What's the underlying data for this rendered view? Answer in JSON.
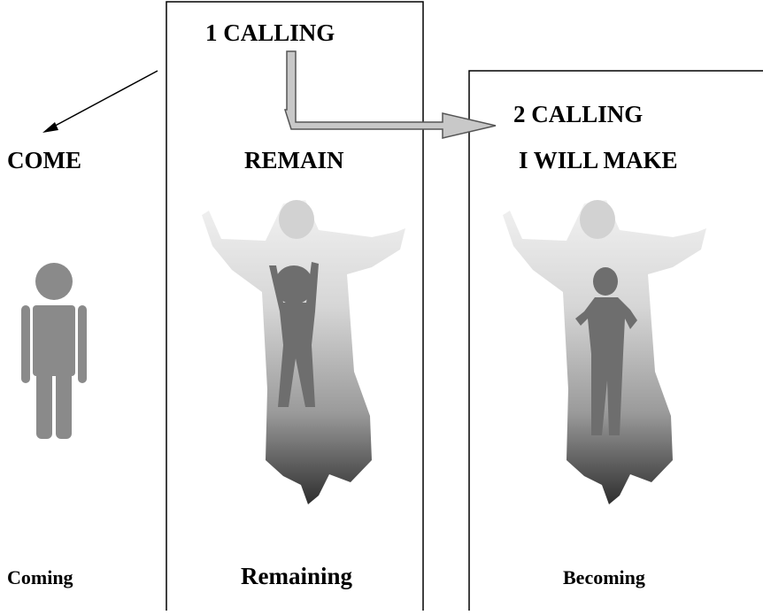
{
  "labels": {
    "calling1": "1 CALLING",
    "calling2": "2 CALLING",
    "come": "COME",
    "remain": "REMAIN",
    "will_make": "I WILL MAKE",
    "coming": "Coming",
    "remaining": "Remaining",
    "becoming": "Becoming"
  },
  "colors": {
    "line": "#000000",
    "arrow_fill": "#c8c8c8",
    "person": "#8a8a8a",
    "figure_dark": "#6e6e6e",
    "robe_light": "#e0e0e0",
    "robe_dark": "#3a3a3a"
  }
}
